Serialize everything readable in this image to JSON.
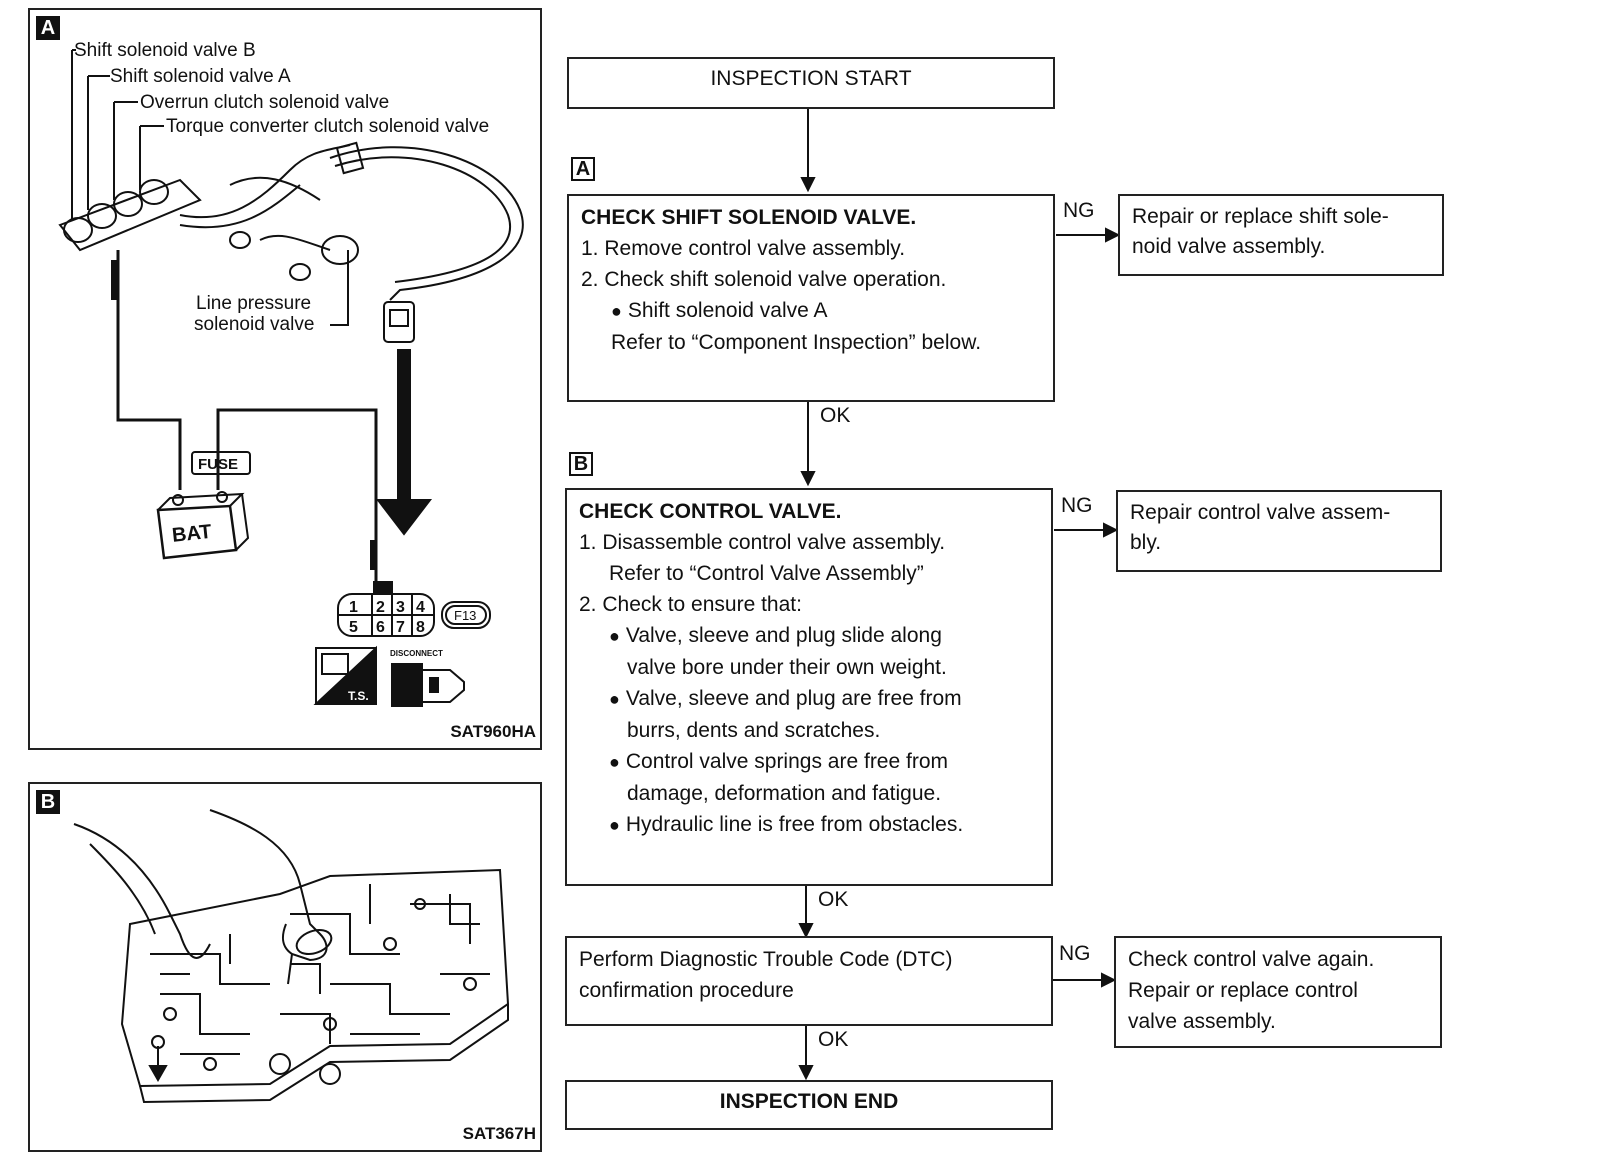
{
  "panels": {
    "a": {
      "tag": "A",
      "labels": {
        "solenoid_b": "Shift solenoid valve B",
        "solenoid_a": "Shift solenoid valve A",
        "overrun": "Overrun clutch solenoid valve",
        "torque": "Torque converter clutch solenoid valve",
        "line_pressure_1": "Line pressure",
        "line_pressure_2": "solenoid valve",
        "fuse": "FUSE",
        "bat": "BAT",
        "connector_code": "F13",
        "ts": "T.S.",
        "disconnect": "DISCONNECT",
        "pins_top": [
          "1",
          "2",
          "3",
          "4"
        ],
        "pins_bottom": [
          "5",
          "6",
          "7",
          "8"
        ]
      },
      "code": "SAT960HA"
    },
    "b": {
      "tag": "B",
      "code": "SAT367H"
    }
  },
  "flowchart": {
    "start": "INSPECTION START",
    "step_a": {
      "tag": "A",
      "title": "CHECK SHIFT SOLENOID VALVE.",
      "lines": [
        "1. Remove control valve assembly.",
        "2. Check shift solenoid valve operation.",
        "Shift solenoid valve A",
        "Refer to “Component Inspection” below."
      ],
      "ng_label": "NG",
      "ng_action": [
        "Repair or replace shift sole-",
        "noid valve assembly."
      ],
      "ok_label": "OK"
    },
    "step_b": {
      "tag": "B",
      "title": "CHECK CONTROL VALVE.",
      "lines": [
        "1. Disassemble control valve assembly.",
        "Refer to “Control Valve Assembly”",
        "2. Check to ensure that:"
      ],
      "bullets": [
        [
          "Valve, sleeve and plug slide along",
          "valve bore under their own weight."
        ],
        [
          "Valve, sleeve and plug are free from",
          "burrs, dents and scratches."
        ],
        [
          "Control valve springs are free from",
          "damage, deformation and fatigue."
        ],
        [
          "Hydraulic line is free from obstacles."
        ]
      ],
      "ng_label": "NG",
      "ng_action": [
        "Repair control valve assem-",
        "bly."
      ],
      "ok_label": "OK"
    },
    "step_dtc": {
      "lines": [
        "Perform Diagnostic Trouble Code (DTC)",
        "confirmation procedure"
      ],
      "ng_label": "NG",
      "ng_action": [
        "Check control valve again.",
        "Repair or replace control",
        "valve assembly."
      ],
      "ok_label": "OK"
    },
    "end": "INSPECTION END"
  }
}
